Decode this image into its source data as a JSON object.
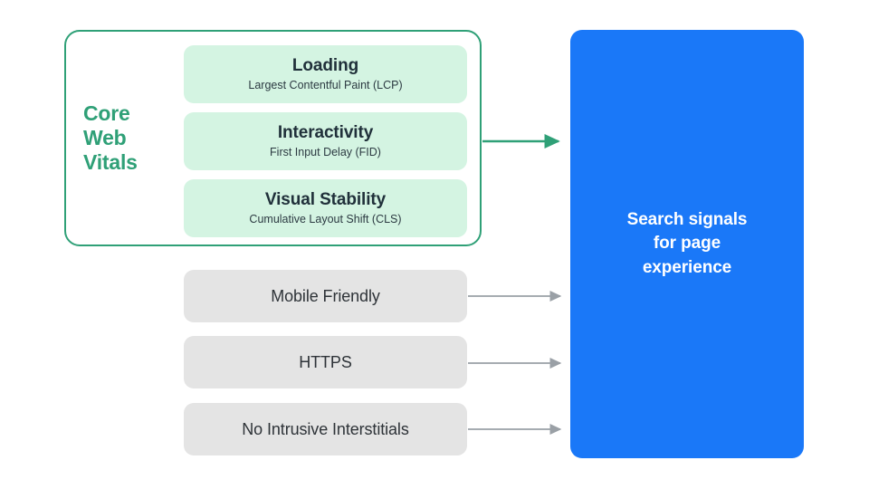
{
  "diagram": {
    "title_group": {
      "label": "Core\nWeb\nVitals",
      "accent_color": "#2FA077"
    },
    "metrics": [
      {
        "name": "Loading",
        "detail": "Largest Contentful Paint (LCP)",
        "box_color": "#D4F4E2"
      },
      {
        "name": "Interactivity",
        "detail": "First Input Delay (FID)",
        "box_color": "#D4F4E2"
      },
      {
        "name": "Visual Stability",
        "detail": "Cumulative Layout Shift (CLS)",
        "box_color": "#D4F4E2"
      }
    ],
    "signals": [
      {
        "label": "Mobile Friendly",
        "box_color": "#E4E4E4"
      },
      {
        "label": "HTTPS",
        "box_color": "#E4E4E4"
      },
      {
        "label": "No Intrusive Interstitials",
        "box_color": "#E4E4E4"
      }
    ],
    "destination": {
      "text": "Search signals\nfor page\nexperience",
      "panel_color": "#1A78F8",
      "text_color": "#FFFFFF"
    },
    "arrows": {
      "core_web_vitals_arrow_color": "#2FA077",
      "signal_arrow_color": "#9AA0A6"
    }
  }
}
